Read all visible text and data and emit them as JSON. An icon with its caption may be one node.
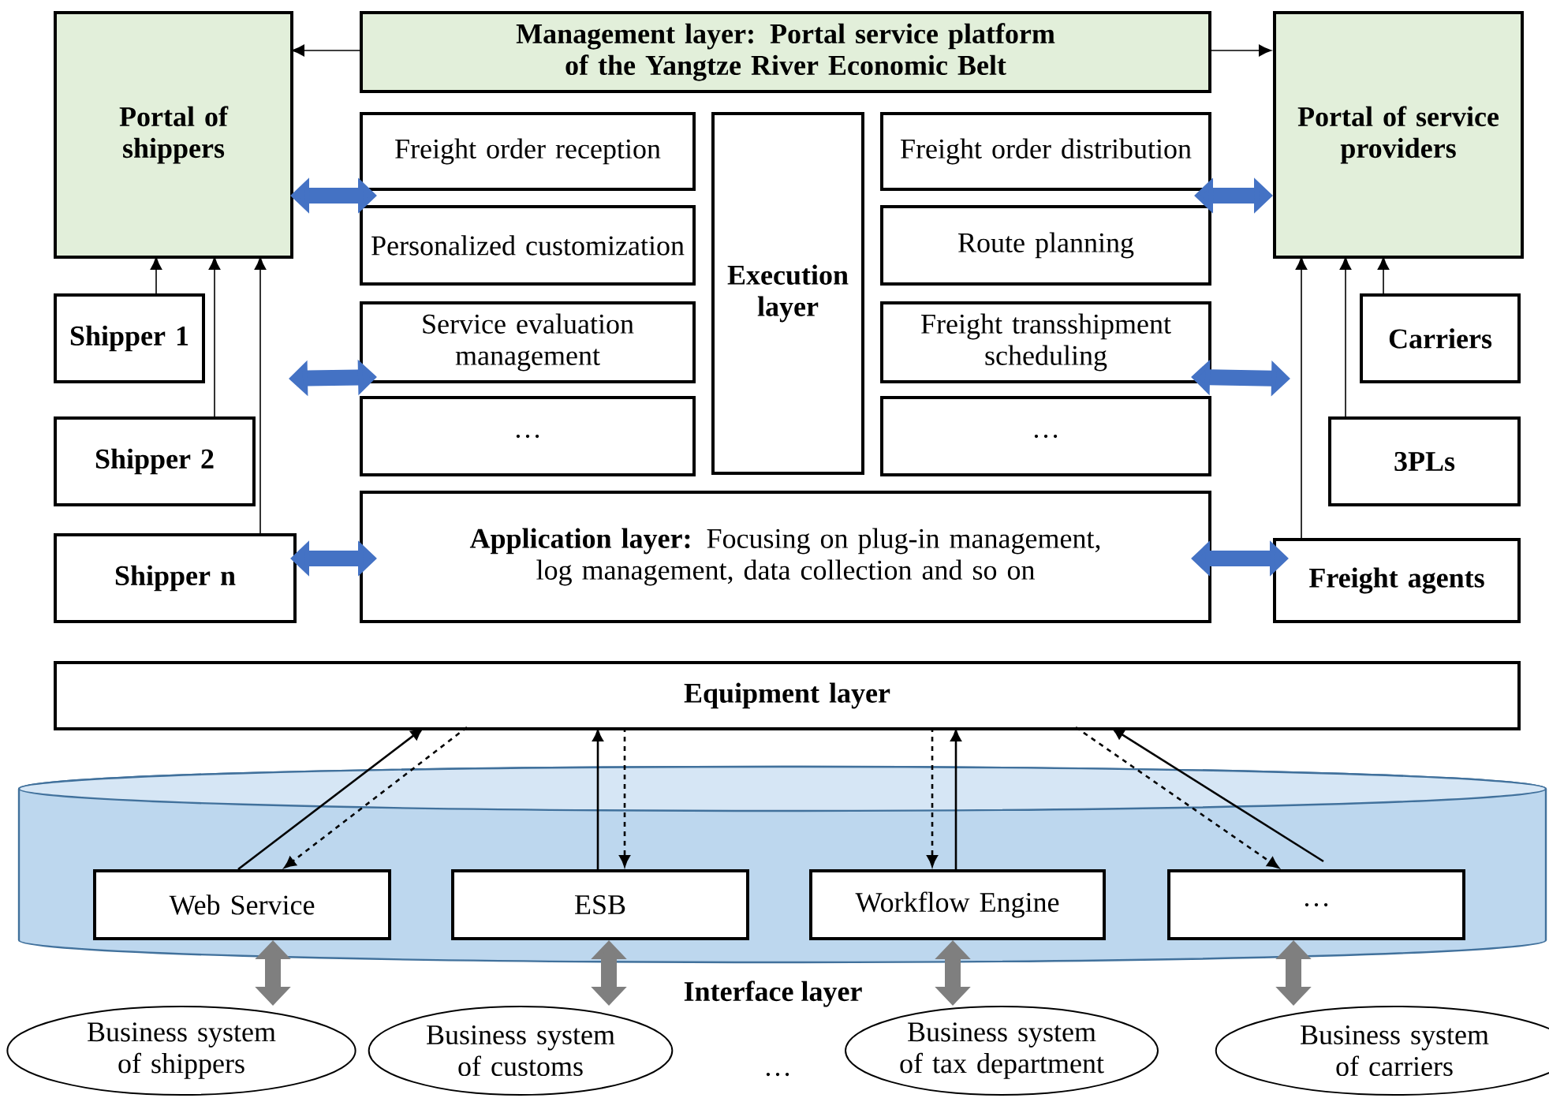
{
  "diagram": {
    "nodes": [
      {
        "text": [
          "Portal of shippers"
        ]
      },
      {
        "text": [
          "Management layer: Portal service platform of the Yangtze River Economic Belt"
        ]
      },
      {
        "text": [
          "Portal of service providers"
        ]
      },
      {
        "text": [
          "Freight order reception"
        ]
      },
      {
        "text": [
          "Personalized customization"
        ]
      },
      {
        "text": [
          "Execution layer"
        ]
      },
      {
        "text": [
          "Freight order distribution"
        ]
      },
      {
        "text": [
          "Route planning"
        ]
      },
      {
        "text": [
          "Shipper 1"
        ]
      },
      {
        "text": [
          "Service evaluation management"
        ]
      },
      {
        "text": [
          "Freight transshipment scheduling"
        ]
      },
      {
        "text": [
          "Carriers"
        ]
      },
      {
        "text": [
          "…"
        ]
      },
      {
        "text": [
          "…"
        ]
      },
      {
        "text": [
          "3PLs"
        ]
      },
      {
        "text": [
          "Shipper 2"
        ]
      },
      {
        "text": [
          "Shipper n"
        ]
      },
      {
        "text": [
          "**Application layer:** Focusing on plug-in management, log management, data collection and so on"
        ]
      },
      {
        "text": [
          "Freight agents"
        ]
      },
      {
        "text": [
          "Equipment layer"
        ]
      },
      {
        "text": [
          "Interface layer"
        ]
      },
      {
        "text": [
          "Web Service"
        ],
        "in": 20
      },
      {
        "text": [
          "ESB"
        ],
        "in": 20
      },
      {
        "text": [
          "Workflow Engine"
        ],
        "in": 20
      },
      {
        "text": [
          "…"
        ],
        "in": 20
      },
      {
        "text": [
          "Business system of shippers"
        ]
      },
      {
        "text": [
          "Business system of customs"
        ]
      },
      {
        "text": [
          "Business system of tax department"
        ]
      },
      {
        "text": [
          "Business system of carriers"
        ]
      }
    ],
    "edges": [
      {
        "from": 1,
        "to": 0,
        "arrow": "to"
      },
      {
        "from": 1,
        "to": 2,
        "arrow": "to"
      },
      {
        "from": 8,
        "to": 0,
        "arrow": "to"
      },
      {
        "from": 15,
        "to": 0,
        "arrow": "to"
      },
      {
        "from": 16,
        "to": 0,
        "arrow": "to"
      },
      {
        "from": 11,
        "to": 2,
        "arrow": "to"
      },
      {
        "from": 14,
        "to": 2,
        "arrow": "to"
      },
      {
        "from": 18,
        "to": 2,
        "arrow": "to"
      },
      {
        "from": 0,
        "to": 3,
        "arrow": "both",
        "style": "thick",
        "color": "#4472c4"
      },
      {
        "from": 6,
        "to": 2,
        "arrow": "both",
        "style": "thick",
        "color": "#4472c4"
      },
      {
        "from": null,
        "to": 9,
        "arrow": "both",
        "style": "thick",
        "color": "#4472c4"
      },
      {
        "from": 10,
        "to": null,
        "arrow": "both",
        "style": "thick",
        "color": "#4472c4"
      },
      {
        "from": 16,
        "to": 17,
        "arrow": "both",
        "style": "thick",
        "color": "#4472c4"
      },
      {
        "from": 17,
        "to": 18,
        "arrow": "both",
        "style": "thick",
        "color": "#4472c4"
      },
      {
        "from": 21,
        "to": 19,
        "arrow": "to"
      },
      {
        "from": 19,
        "to": 21,
        "arrow": "to",
        "style": "dashed"
      },
      {
        "from": 22,
        "to": 19,
        "arrow": "to"
      },
      {
        "from": 19,
        "to": 22,
        "arrow": "to",
        "style": "dashed"
      },
      {
        "from": 19,
        "to": 23,
        "arrow": "to",
        "style": "dashed"
      },
      {
        "from": 23,
        "to": 19,
        "arrow": "to"
      },
      {
        "from": 19,
        "to": 24,
        "arrow": "to",
        "style": "dashed"
      },
      {
        "from": 24,
        "to": 19,
        "arrow": "to"
      },
      {
        "from": 21,
        "to": 25,
        "arrow": "both",
        "style": "thick",
        "color": "#7f7f7f"
      },
      {
        "from": 22,
        "to": 26,
        "arrow": "both",
        "style": "thick",
        "color": "#7f7f7f"
      },
      {
        "from": 23,
        "to": 27,
        "arrow": "both",
        "style": "thick",
        "color": "#7f7f7f"
      },
      {
        "from": 24,
        "to": 28,
        "arrow": "both",
        "style": "thick",
        "color": "#7f7f7f"
      }
    ],
    "labels": [
      "…"
    ]
  }
}
